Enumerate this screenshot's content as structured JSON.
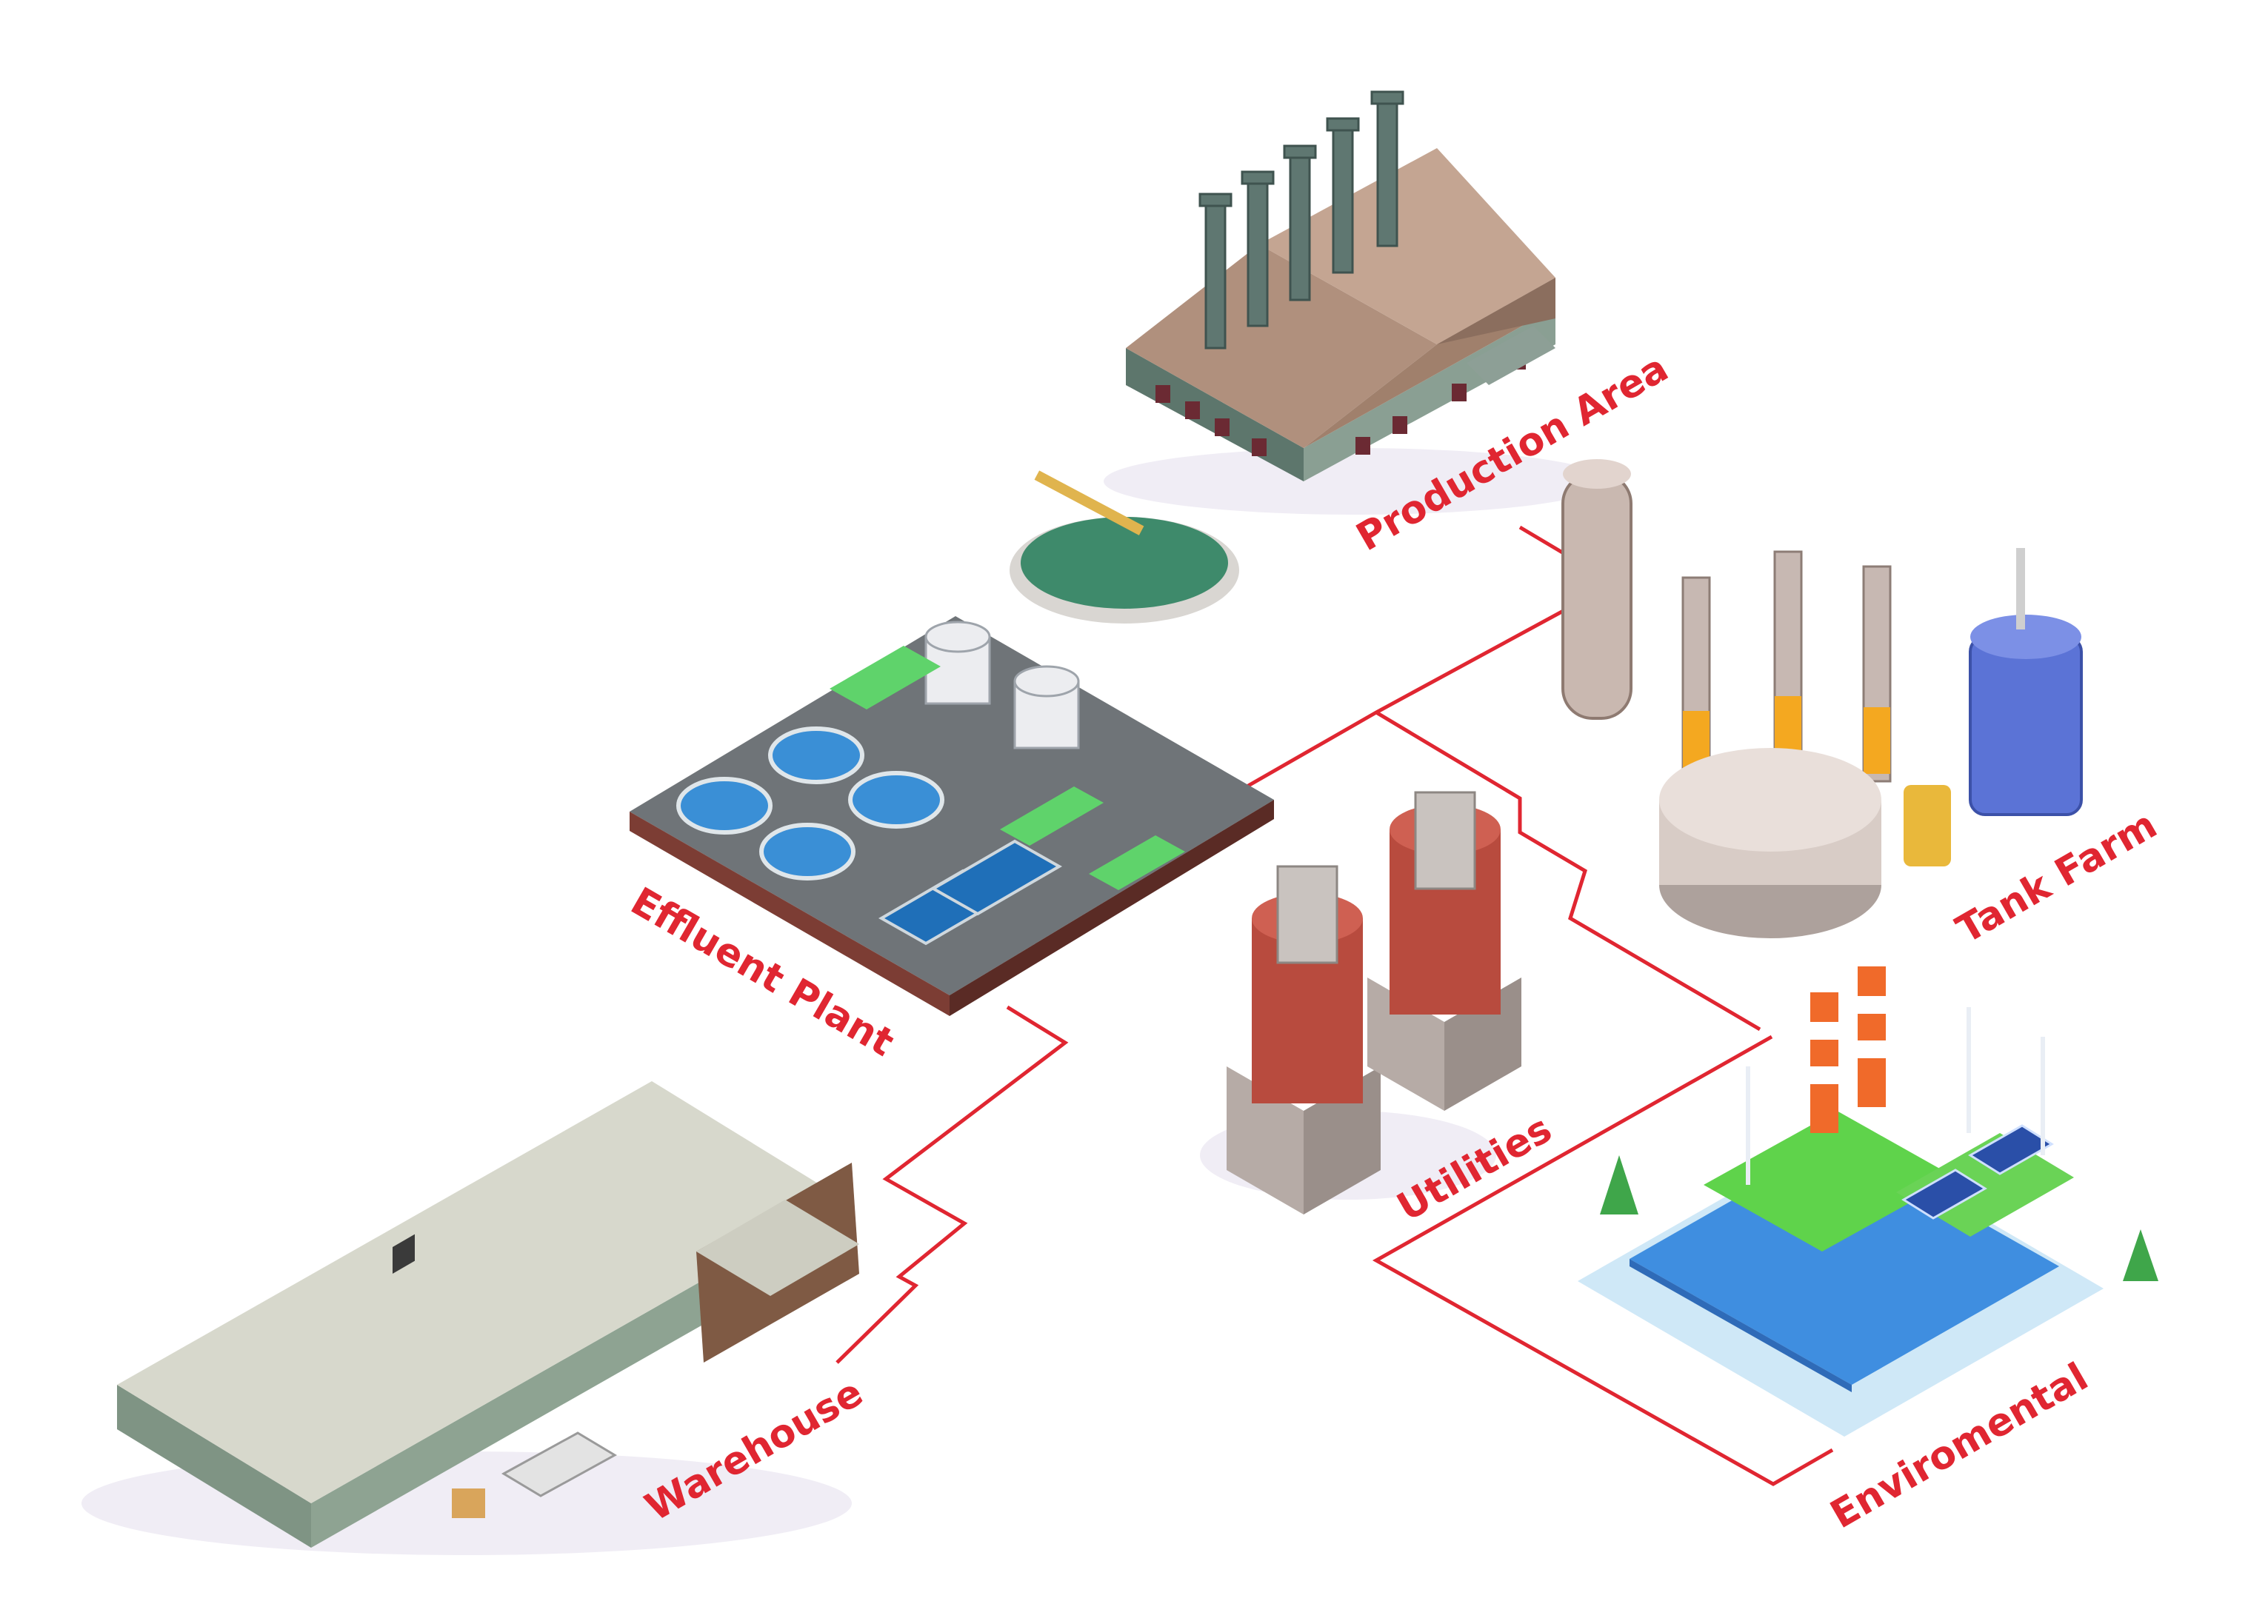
{
  "labels": {
    "production_area": "Production Area",
    "tank_farm": "Tank Farm",
    "effluent_plant": "Effluent Plant",
    "utilities": "Utilities",
    "warehouse": "Warehouse",
    "environmental": "Enviromental"
  },
  "colors": {
    "label": "#e02631",
    "connector": "#e02631"
  },
  "icons": {
    "production_area": "factory-icon",
    "tank_farm": "storage-tanks-icon",
    "effluent_plant": "water-treatment-plant-icon",
    "utilities": "cooling-towers-icon",
    "warehouse": "warehouse-icon",
    "environmental": "green-factory-icon"
  }
}
